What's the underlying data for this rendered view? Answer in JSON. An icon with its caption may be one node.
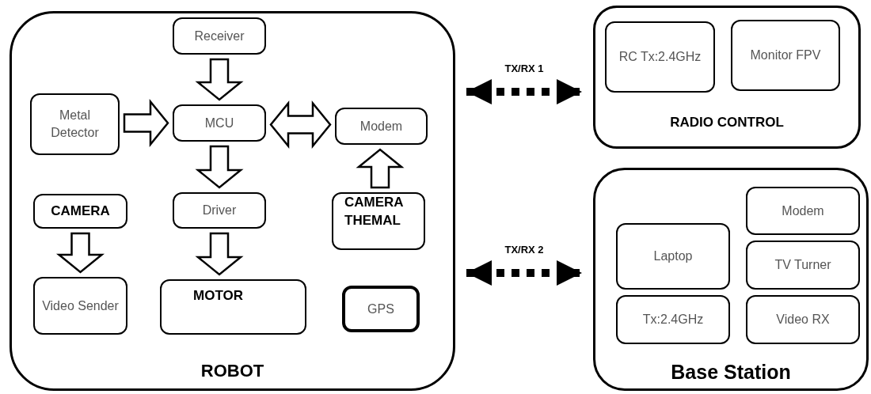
{
  "diagram": {
    "nodes": [
      {
        "text": [
          "ROBOT"
        ]
      },
      {
        "text": [
          "Receiver"
        ],
        "in": 0
      },
      {
        "text": [
          "Metal Detector"
        ],
        "in": 0
      },
      {
        "text": [
          "MCU"
        ],
        "in": 0
      },
      {
        "text": [
          "Modem"
        ],
        "in": 0
      },
      {
        "text": [
          "CAMERA"
        ],
        "in": 0
      },
      {
        "text": [
          "Driver"
        ],
        "in": 0
      },
      {
        "text": [
          "CAMERA THEMAL"
        ],
        "in": 0
      },
      {
        "text": [
          "Video Sender"
        ],
        "in": 0
      },
      {
        "text": [
          "MOTOR"
        ],
        "in": 0
      },
      {
        "text": [
          "GPS"
        ],
        "in": 0
      },
      {
        "text": [
          "RADIO CONTROL"
        ]
      },
      {
        "text": [
          "RC Tx:2.4GHz"
        ],
        "in": 11
      },
      {
        "text": [
          "Monitor FPV"
        ],
        "in": 11
      },
      {
        "text": [
          "Base Station"
        ]
      },
      {
        "text": [
          "Modem"
        ],
        "in": 14
      },
      {
        "text": [
          "Laptop"
        ],
        "in": 14
      },
      {
        "text": [
          "TV Turner"
        ],
        "in": 14
      },
      {
        "text": [
          "Tx:2.4GHz"
        ],
        "in": 14
      },
      {
        "text": [
          "Video RX"
        ],
        "in": 14
      }
    ],
    "edges": [
      {
        "from": 1,
        "to": 3,
        "arrow": "to"
      },
      {
        "from": 2,
        "to": 3,
        "arrow": "to"
      },
      {
        "from": 3,
        "to": 4,
        "arrow": "both"
      },
      {
        "from": 3,
        "to": 6,
        "arrow": "to"
      },
      {
        "from": 7,
        "to": 4,
        "arrow": "to"
      },
      {
        "from": 5,
        "to": 8,
        "arrow": "to"
      },
      {
        "from": 6,
        "to": 9,
        "arrow": "to"
      },
      {
        "from": 0,
        "to": 11,
        "arrow": "both",
        "label": "TX/RX 1",
        "style": "dashed"
      },
      {
        "from": 0,
        "to": 14,
        "arrow": "both",
        "label": "TX/RX 2",
        "style": "dashed"
      }
    ]
  }
}
